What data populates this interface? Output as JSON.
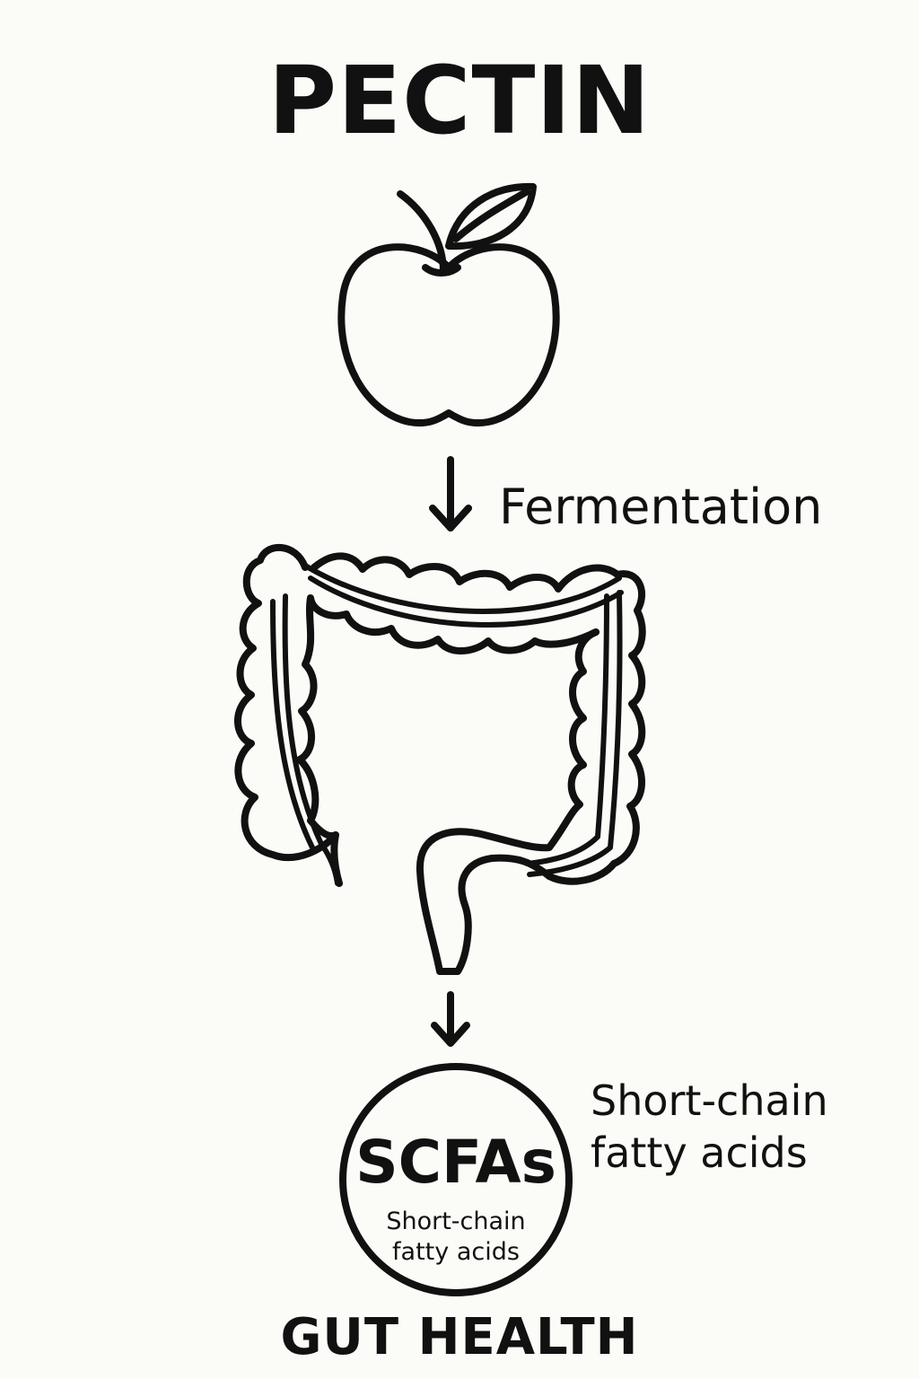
{
  "title": "PECTIN",
  "steps": {
    "fermentation_label": "Fermentation"
  },
  "scfa": {
    "badge_title": "SCFAs",
    "badge_subtitle_line1": "Short-chain",
    "badge_subtitle_line2": "fatty acids",
    "side_label_line1": "Short-chain",
    "side_label_line2": "fatty acids"
  },
  "footer": "GUT HEALTH",
  "colors": {
    "ink": "#111111",
    "background": "#fbfbf7"
  },
  "icons": [
    "apple-icon",
    "down-arrow-icon",
    "colon-icon",
    "down-arrow-icon",
    "circle-badge"
  ]
}
